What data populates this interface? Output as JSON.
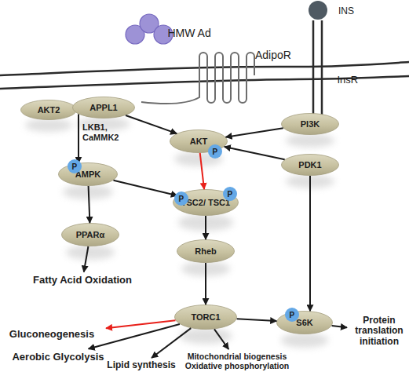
{
  "diagram": {
    "nodes": [
      {
        "text": [
          "AKT2"
        ]
      },
      {
        "text": [
          "APPL1"
        ]
      },
      {
        "text": [
          "PI3K"
        ]
      },
      {
        "text": [
          "AKT"
        ]
      },
      {
        "text": [
          "PDK1"
        ]
      },
      {
        "text": [
          "AMPK"
        ]
      },
      {
        "text": [
          "TSC2/ TSC1"
        ]
      },
      {
        "text": [
          "PPARα"
        ]
      },
      {
        "text": [
          "Rheb"
        ]
      },
      {
        "text": [
          "Fatty Acid Oxidation"
        ]
      },
      {
        "text": [
          "TORC1"
        ]
      },
      {
        "text": [
          "S6K"
        ]
      },
      {
        "text": [
          "Gluconeogenesis"
        ]
      },
      {
        "text": [
          "Protein translation initiation"
        ]
      },
      {
        "text": [
          "Aerobic Glycolysis"
        ]
      },
      {
        "text": [
          "Lipid synthesis"
        ]
      },
      {
        "text": [
          "Mitochondrial biogenesis Oxidative phosphorylation"
        ]
      }
    ],
    "edges": [
      {
        "from": 1,
        "to": 5,
        "arrow": "to",
        "label": "LKB1, CaMMK2"
      },
      {
        "from": 1,
        "to": 3,
        "arrow": "to"
      },
      {
        "from": 2,
        "to": 3,
        "arrow": "to"
      },
      {
        "from": 4,
        "to": 3,
        "arrow": "to"
      },
      {
        "from": 3,
        "to": 6,
        "arrow": "to"
      },
      {
        "from": 5,
        "to": 6,
        "arrow": "to"
      },
      {
        "from": 5,
        "to": 7,
        "arrow": "to"
      },
      {
        "from": 6,
        "to": 8,
        "arrow": "to"
      },
      {
        "from": 7,
        "to": 9,
        "arrow": "to"
      },
      {
        "from": 8,
        "to": 10,
        "arrow": "to"
      },
      {
        "from": 4,
        "to": 11,
        "arrow": "to"
      },
      {
        "from": 10,
        "to": 11,
        "arrow": "to"
      },
      {
        "from": 10,
        "to": 12,
        "arrow": "to"
      },
      {
        "from": 11,
        "to": 13,
        "arrow": "to"
      },
      {
        "from": 10,
        "to": 14,
        "arrow": "to"
      },
      {
        "from": 10,
        "to": 15,
        "arrow": "to"
      },
      {
        "from": 10,
        "to": 16,
        "arrow": "to"
      }
    ],
    "labels": [
      "HMW Ad",
      "AdipoR",
      "INS",
      "InsR",
      "P",
      "P",
      "P",
      "P",
      "P"
    ]
  }
}
